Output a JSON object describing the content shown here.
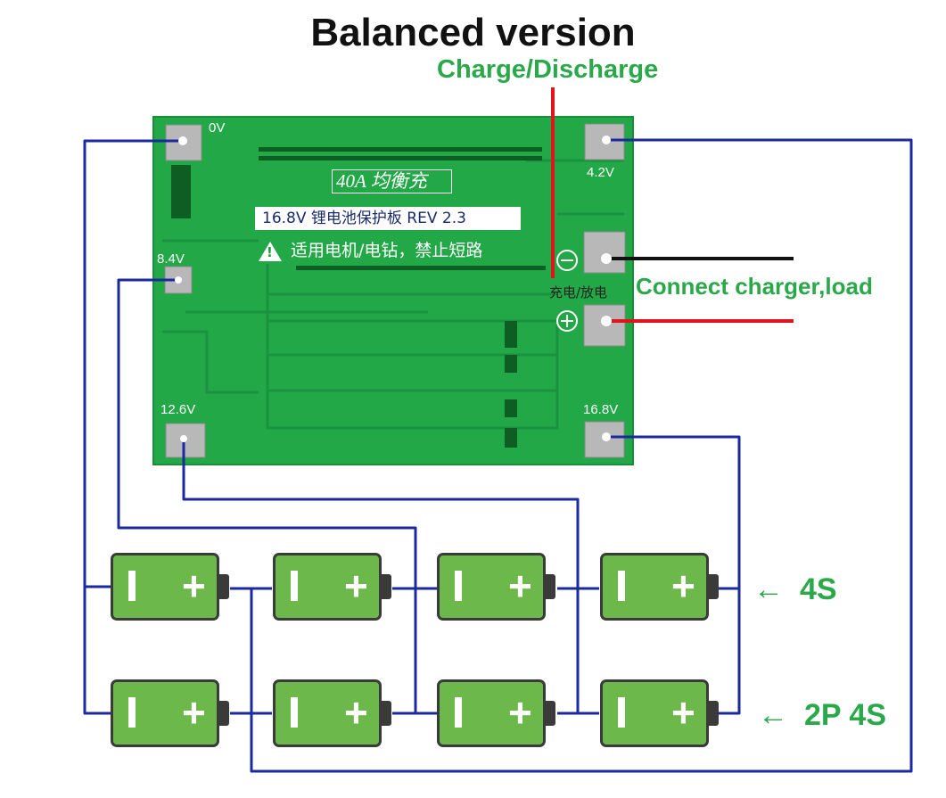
{
  "title": "Balanced version",
  "charge_label": "Charge/Discharge",
  "connect_label": "Connect charger,load",
  "charge_discharge_cn": "充电/放电",
  "pcb": {
    "model": "40A 均衡充",
    "spec": "16.8V 锂电池保护板 REV 2.3",
    "warning": "适用电机/电钻，禁止短路",
    "pads": {
      "v0": "0V",
      "v42": "4.2V",
      "v84": "8.4V",
      "v126": "12.6V",
      "v168": "16.8V"
    },
    "minus_symbol": "⊖",
    "plus_symbol": "⊕"
  },
  "rows": [
    {
      "label": "4S",
      "arrow": "←"
    },
    {
      "label": "2P 4S",
      "arrow": "←"
    }
  ],
  "colors": {
    "pcb_green": "#22a847",
    "wire_blue": "#1c2aa0",
    "accent_green": "#2ba84a",
    "red_wire": "#e0141a",
    "black_wire": "#111111",
    "battery_green": "#6cb84a"
  }
}
